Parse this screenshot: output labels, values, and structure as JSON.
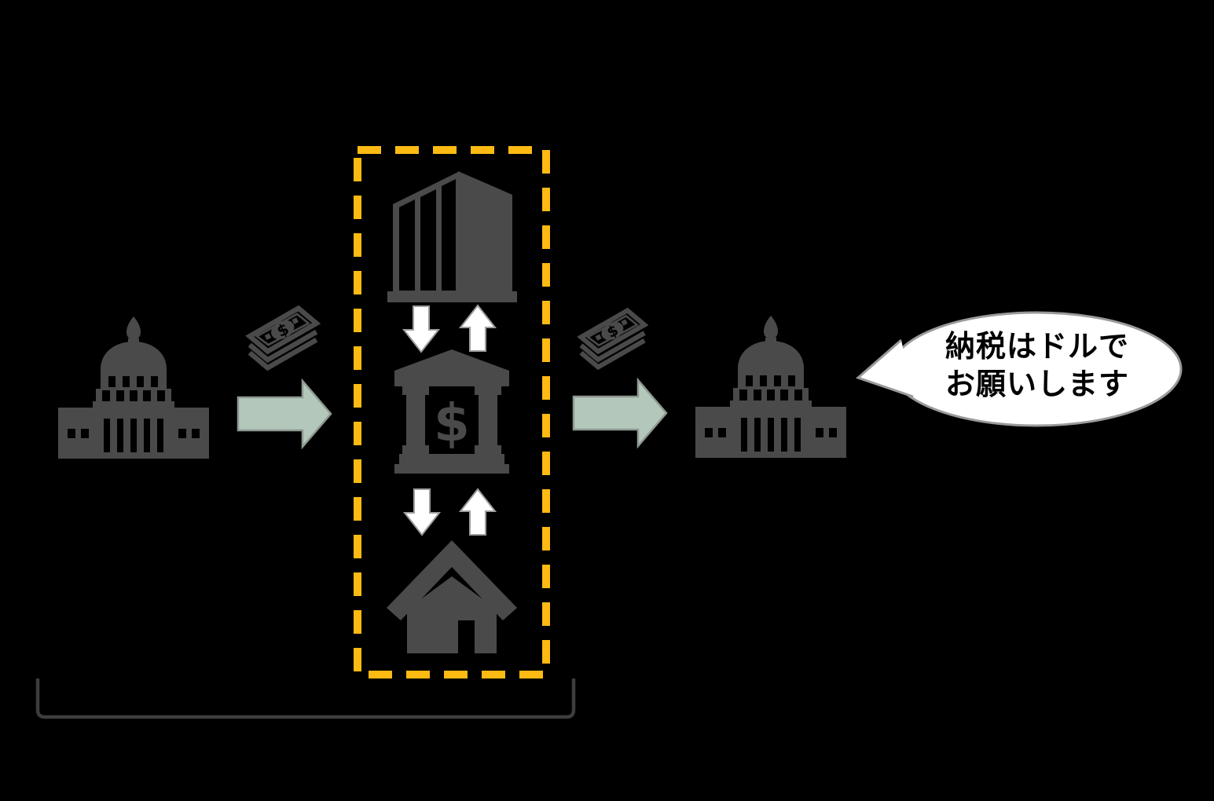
{
  "diagram": {
    "bubble": {
      "line1": "納税はドルで",
      "line2": "お願いします"
    },
    "icons": {
      "left_government": "capitol-building-icon",
      "money_flow_left": "money-stack-icon",
      "flow_arrow_left": "arrow-right-icon",
      "company": "office-building-icon",
      "exchange_down_top": "arrow-down-icon",
      "exchange_up_top": "arrow-up-icon",
      "bank": "bank-dollar-icon",
      "exchange_down_bottom": "arrow-down-icon",
      "exchange_up_bottom": "arrow-up-icon",
      "household": "house-icon",
      "money_flow_right": "money-stack-icon",
      "flow_arrow_right": "arrow-right-icon",
      "right_government": "capitol-building-icon",
      "highlight": "dashed-highlight-box",
      "group_marker": "bracket-underline",
      "speech": "speech-bubble"
    },
    "bank_symbol": "$",
    "money_symbol": "$"
  },
  "colors": {
    "background": "#000000",
    "icon_gray": "#4A4A4A",
    "arrow_green": "#B3C8BA",
    "arrow_green_outline": "#8E9990",
    "highlight_gold": "#FDBA12",
    "bubble_fill": "#FFFFFF",
    "bubble_outline": "#9A9A9A",
    "white_arrow_fill": "#FFFFFF",
    "white_arrow_outline": "#9E9E9E",
    "bracket_gray": "#3D3D3D",
    "text_black": "#000000"
  }
}
